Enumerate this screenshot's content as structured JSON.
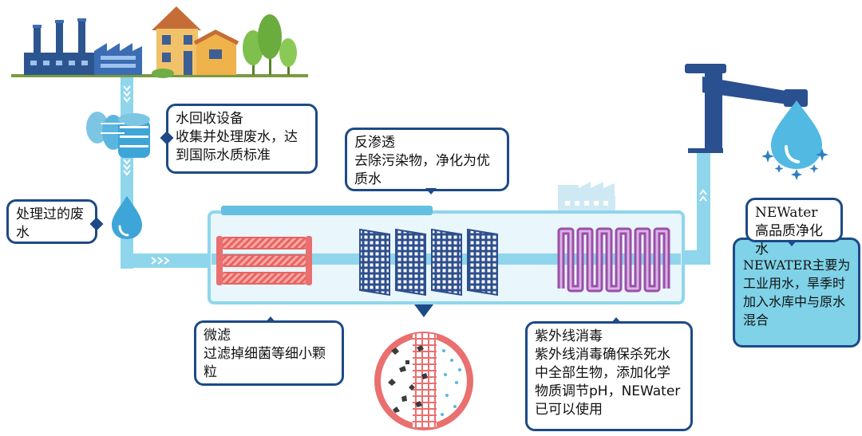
{
  "callouts": {
    "water_recovery": {
      "title": "水回收设备",
      "body": "收集并处理废水，达到国际水质标准"
    },
    "treated_wastewater": {
      "title": "处理过的废水"
    },
    "reverse_osmosis": {
      "title": "反渗透",
      "body": "去除污染物，净化为优质水"
    },
    "microfiltration": {
      "title": "微滤",
      "body": "过滤掉细菌等细小颗粒"
    },
    "uv_disinfection": {
      "title": "紫外线消毒",
      "body": "紫外线消毒确保杀死水中全部生物，添加化学物质调节pH，NEWater已可以使用"
    },
    "newater": {
      "title": "NEWater",
      "subtitle": "高品质净化水"
    },
    "newater_note": {
      "body": "NEWATER主要为工业用水，旱季时加入水库中与原水混合"
    }
  },
  "colors": {
    "pipe": "#8fd6ec",
    "pipe_chevron": "#ffffff",
    "factory": "#2c5590",
    "callout_border": "#1d4a86",
    "microfilter": "#ea6f6f",
    "ro_membrane": "#2e4f8e",
    "uv_lamp": "#9b4fa8",
    "drop": "#3ea5d8",
    "tap": "#2a508f",
    "note_fill": "#7fd2e8"
  },
  "icons": [
    "factory-icon",
    "house-icon",
    "tree-icon",
    "water-tanks-icon",
    "water-drop-icon",
    "microfilter-icon",
    "ro-membrane-icon",
    "uv-lamp-icon",
    "magnified-filter-icon",
    "tap-icon",
    "sparkle-icon"
  ]
}
